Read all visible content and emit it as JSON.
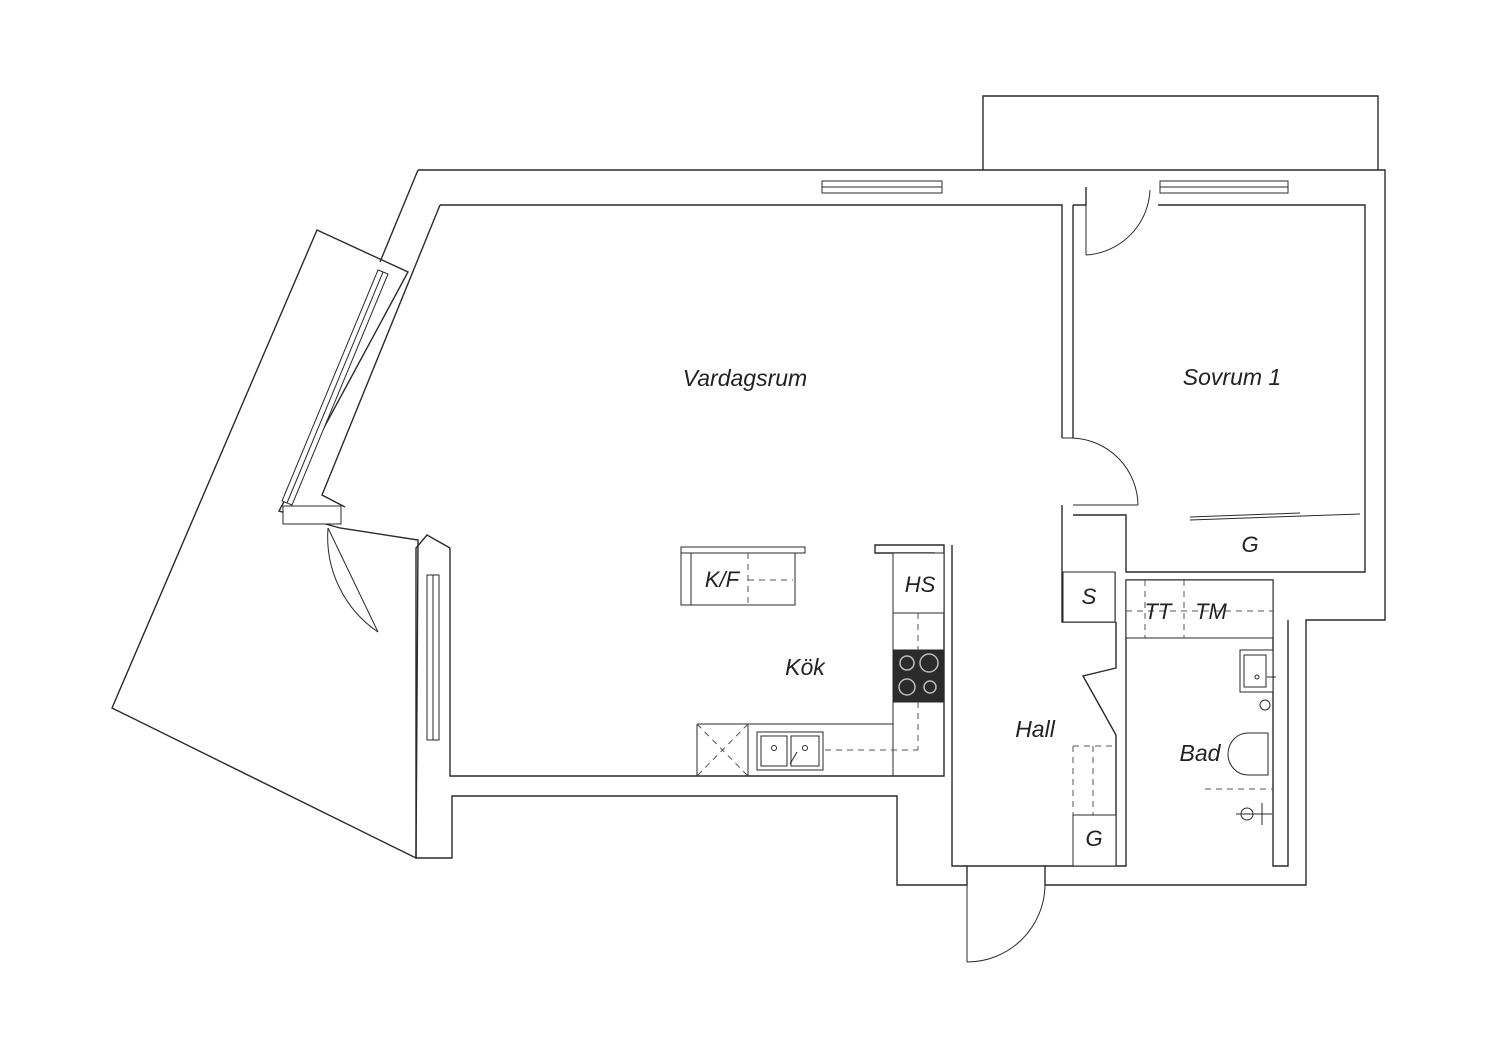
{
  "rooms": {
    "vardagsrum": "Vardagsrum",
    "sovrum": "Sovrum 1",
    "kok": "Kök",
    "hall": "Hall",
    "bad": "Bad"
  },
  "fixtures": {
    "kf": "K/F",
    "hs": "HS",
    "s": "S",
    "tt": "TT",
    "tm": "TM",
    "g_sovrum": "G",
    "g_hall": "G"
  },
  "colors": {
    "line": "#2a2a2a",
    "stove": "#2b2b2b",
    "background": "#ffffff"
  }
}
